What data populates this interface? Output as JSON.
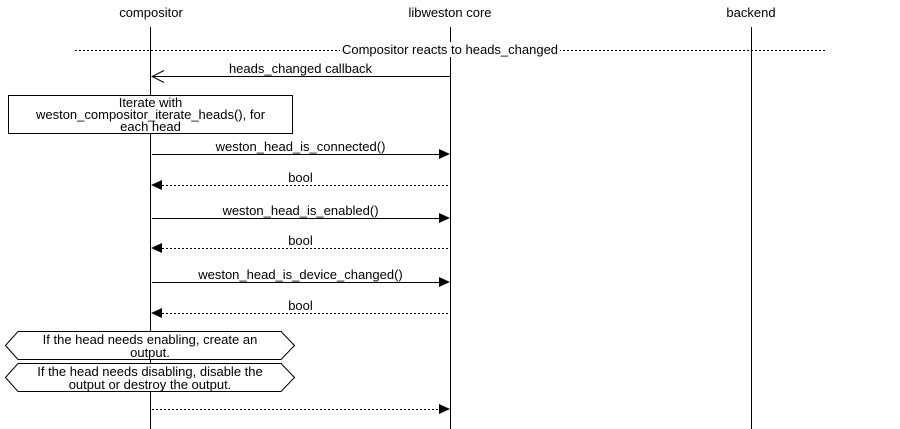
{
  "participants": [
    {
      "label": "compositor"
    },
    {
      "label": "libweston core"
    },
    {
      "label": "backend"
    }
  ],
  "divider": {
    "label": "Compositor reacts to heads_changed"
  },
  "messages": {
    "heads_changed": {
      "label": "heads_changed callback"
    },
    "is_connected": {
      "label": "weston_head_is_connected()"
    },
    "bool1": {
      "label": "bool"
    },
    "is_enabled": {
      "label": "weston_head_is_enabled()"
    },
    "bool2": {
      "label": "bool"
    },
    "is_device_changed": {
      "label": "weston_head_is_device_changed()"
    },
    "bool3": {
      "label": "bool"
    }
  },
  "notes": {
    "iterate": {
      "line1": "Iterate with",
      "line2": "weston_compositor_iterate_heads(), for",
      "line3": "each head"
    },
    "enabling": {
      "line1": "If the head needs enabling, create an",
      "line2": "output."
    },
    "disabling": {
      "line1": "If the head needs disabling, disable the",
      "line2": "output or destroy the output."
    }
  }
}
